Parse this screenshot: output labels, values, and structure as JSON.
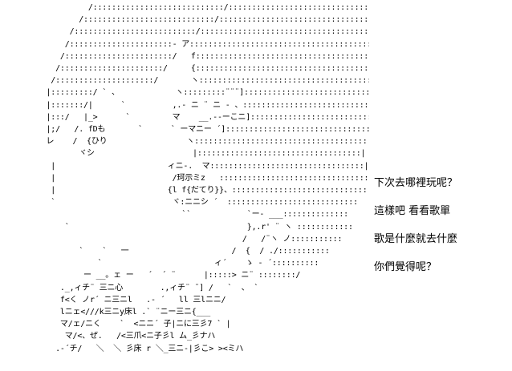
{
  "ascii_art": "            /::::::::::::::::::::::::::::/:::::::::::::::::::::::::::::::..\n          /::::::::::::::::::::::::::::/:::::::::::::::::::::::::::::::::::.\n        /::::::::::::::::::::::::::/::::::::::::::::::::::::::::::::::::::::.\n       /::::::::::::::::::::::- ア::::::::::::::::::::::::::::::::::::::::::::.\n      /:::::::::::::::::::::::/   f::::::::::::::::::::::::::::::::::::::::::::::\n     /::::::::::::::::::::::/     {::::::::::::::::::::::::::::::::::::::::::::::.\n    /:::::::::::::::::::::/       ヽ::::::::::::::::::::::::::::::::::::::::::::::::\n   |:::::::::/ ` 、            ヽ:::::::::¨¨¨]:::::::::::::::::::::::::::::::::::::\n   |:::::::/|      `          ,.- ニ ¨ ニ - 、::::::::::::::::::::::::::::::::::::::\n   |:::/   |_>      `         マ    __.--ーこニ]:::::::::::::::::::::::::::::| `  \n   |;/   /. fDも       `      ` ーマニー ´]:::::::::::::::::::::::::::::::|  ` \n   レ    /  {ひり                 ヽ:::::::::::::::::::::::::::::::::::::|     \n          ヾシ                     |:::::::::::::::::::::::::::::::::::|\n    |                        ィニ-.  マ:::::::::::::::::::::::::::::::::|\n    |                         /珂示ミz   ::::::::::::::::::::::::::::::::\n    |                        {l f{だてり}}、:::::::::::::::::::::::::::::\n    `                         ヾ:ニニシ ´  ::::::::::::::::::::::::::::\n                                ``            `ー- ___::::::::::::::\n       `                                      },.r' ¨ ヽ ::::::::::::\n                                             /   /¨ヽ ノ:::::::::::\n          `    `   一                      /  {  / ./:::::::::::\n              `                        ィ´    ゝ - ´::::::::::\n           ー __。ェ ー   ´  ´ ¨      |:::::> ニ¨ ::::::::/\n      ._,ィチ¨ 三ニ心        .,ィチ¨ ¨] /   `  、 `\n      f<く ノr´ ニ三ニl   .- ´   ll 三lニニ/\n      lニェ<///k三ニy床l .` ¨ニー三ニ{___\n      マ/ェ/ニく    `  <ニニ´ 子|ニに三彡7 ` |\n       マ/<、ぜ.   /<三爪<ニ子彡l ム_彡ナハ\n     .-´チ/   ＼  ＼ 彡床 r ＼_三ニ-|彡こ> ><ミハ",
  "caption": {
    "line1": "下次去哪裡玩呢？",
    "line2": "這樣吧 看看歌單",
    "line3": "歌是什麼就去什麼",
    "line4": "你們覺得呢？"
  }
}
